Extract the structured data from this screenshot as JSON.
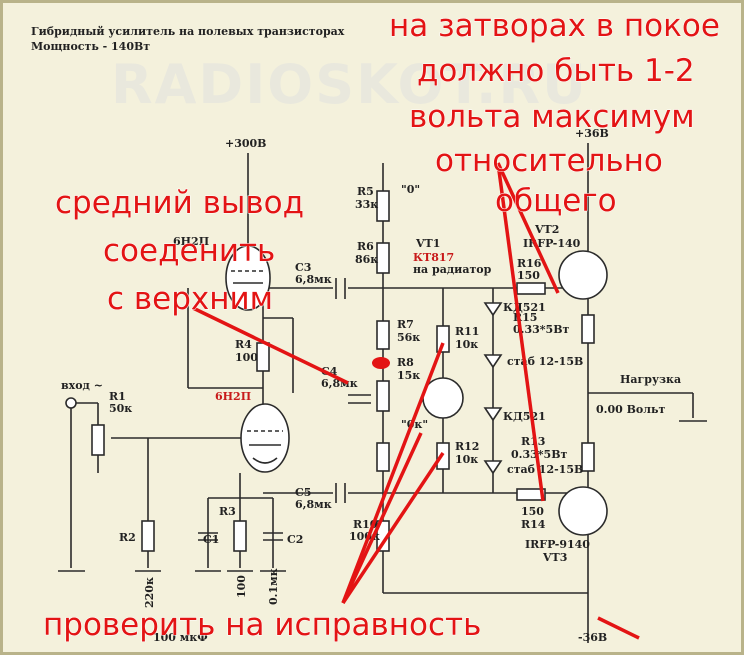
{
  "header": {
    "title": "Гибридный усилитель на полевых транзисторах",
    "power": "Мощность - 140Вт"
  },
  "watermark": "RADIOSKOT.RU",
  "annotations": {
    "gate_note": [
      "на затворах в покое",
      "должно быть 1-2",
      "вольта максимум",
      "относительно",
      "общего"
    ],
    "middle_pin": [
      "средний вывод",
      "соеденить",
      "с верхним"
    ],
    "check": "проверить на исправность"
  },
  "supply": {
    "plus300": "+300В",
    "plus36": "+36В",
    "minus36": "-36В"
  },
  "components": {
    "tube1": "6Н2П",
    "tube2": "6Н2П",
    "c3_name": "C3",
    "c3_val": "6,8мк",
    "c4_name": "C4",
    "c4_val": "6,8мк",
    "c5_name": "C5",
    "c5_val": "6,8мк",
    "r1_name": "R1",
    "r1_val": "50к",
    "r2_name": "R2",
    "r2_val": "220к",
    "r3_name": "R3",
    "r3_val": "100",
    "r4_name": "R4",
    "r4_val": "100",
    "r5_name": "R5",
    "r5_val": "33к",
    "r5_zero": "\"0\"",
    "r6_name": "R6",
    "r6_val": "86к",
    "r7_name": "R7",
    "r7_val": "56к",
    "r8_name": "R8",
    "r8_val": "15к",
    "r9_val": "\"0к\"",
    "r10_name": "R10",
    "r10_val": "100к",
    "r11_name": "R11",
    "r11_val": "10к",
    "r12_name": "R12",
    "r12_val": "10к",
    "r13_name": "R13",
    "r14_name": "R14",
    "r14_val": "150",
    "r15_name": "R15",
    "r15_val": "0.33*5Вт",
    "r16_name": "R16",
    "r16_val": "150",
    "r13_val": "0.33*5Вт",
    "c1_name": "C1",
    "c1_val": "100 мкФ",
    "c2_name": "C2",
    "c2_val": "0.1мк",
    "vt1_name": "VT1",
    "vt1_type": "КТ817",
    "vt1_note": "на радиатор",
    "vt2_name": "VT2",
    "vt2_type": "IRFP-140",
    "vt3_name": "VT3",
    "vt3_type": "IRFP-9140",
    "d1": "КД521",
    "d2": "КД521",
    "z1": "стаб 12-15В",
    "z2": "стаб 12-15В",
    "input": "вход ~",
    "load": "Нагрузка",
    "zero_volt": "0.00 Вольт"
  },
  "colors": {
    "annotation": "#e31414",
    "wire": "#2b2b2b",
    "paper": "#f4f1dc"
  }
}
